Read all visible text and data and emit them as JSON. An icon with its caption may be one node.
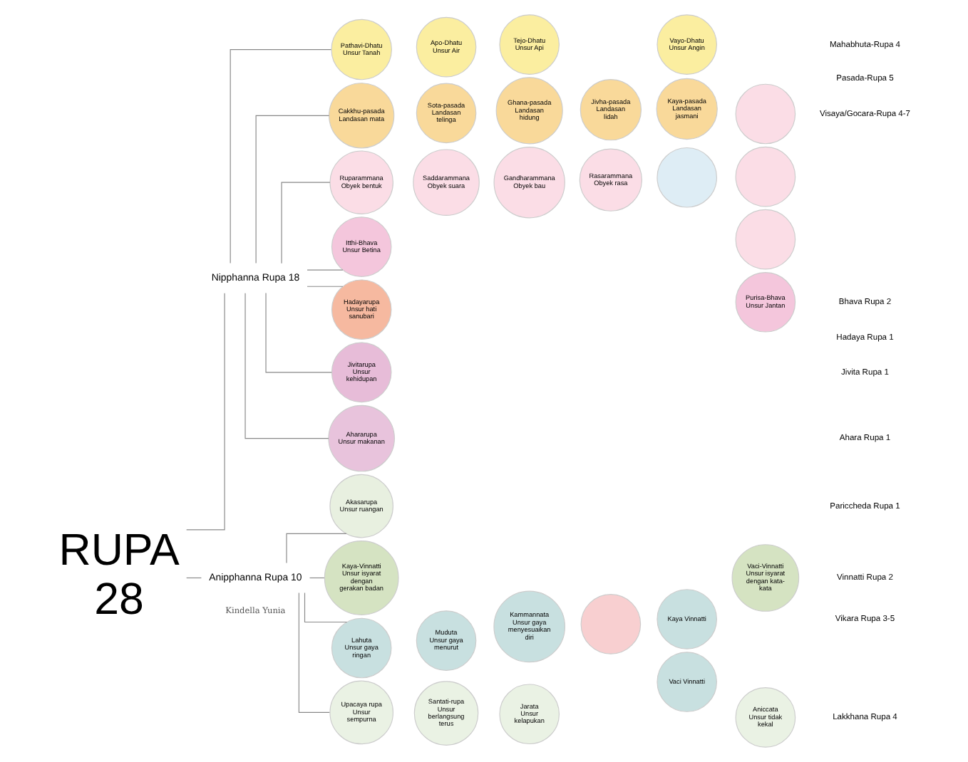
{
  "diagram": {
    "nodes": [
      {
        "text": [
          "RUPA",
          "28"
        ]
      },
      {
        "text": [
          "Nipphanna Rupa 18"
        ]
      },
      {
        "text": [
          "Pathavi-Dhatu",
          "Unsur Tanah"
        ]
      },
      {
        "text": [
          "Apo-Dhatu",
          "Unsur Air"
        ]
      },
      {
        "text": [
          "Tejo-Dhatu",
          "Unsur Api"
        ]
      },
      {
        "text": [
          "Vayo-Dhatu",
          "Unsur Angin"
        ]
      },
      {
        "text": [
          "Cakkhu-pasada",
          "Landasan mata"
        ]
      },
      {
        "text": [
          "Sota-pasada",
          "Landasan telinga"
        ]
      },
      {
        "text": [
          "Ghana-pasada",
          "Landasan hidung"
        ]
      },
      {
        "text": [
          "Jivha-pasada",
          "Landasan lidah"
        ]
      },
      {
        "text": [
          "Kaya-pasada",
          "Landasan jasmani"
        ]
      },
      {
        "text": [
          "Ruparammana",
          "Obyek bentuk"
        ]
      },
      {
        "text": [
          "Saddarammana",
          "Obyek suara"
        ]
      },
      {
        "text": [
          "Gandharammana",
          "Obyek bau"
        ]
      },
      {
        "text": [
          "Rasarammana",
          "Obyek rasa"
        ]
      },
      {
        "text": [],
        "shape": "circle"
      },
      {
        "text": [],
        "shape": "circle"
      },
      {
        "text": [],
        "shape": "circle"
      },
      {
        "text": [],
        "shape": "circle"
      },
      {
        "text": [
          "Itthi-Bhava",
          "Unsur Betina"
        ]
      },
      {
        "text": [
          "Purisa-Bhava",
          "Unsur Jantan"
        ]
      },
      {
        "text": [
          "Hadayarupa",
          "Unsur hati sanubari"
        ]
      },
      {
        "text": [
          "Jivitarupa",
          "Unsur kehidupan"
        ]
      },
      {
        "text": [
          "Ahararupa",
          "Unsur makanan"
        ]
      },
      {
        "text": [
          "Anipphanna Rupa 10"
        ]
      },
      {
        "text": [
          "Akasarupa",
          "Unsur ruangan"
        ]
      },
      {
        "text": [
          "Kaya-Vinnatti",
          "Unsur isyarat dengan gerakan badan"
        ]
      },
      {
        "text": [
          "Vaci-Vinnatti",
          "Unsur isyarat dengan kata-kata"
        ]
      },
      {
        "text": [
          "Lahuta",
          "Unsur gaya ringan"
        ]
      },
      {
        "text": [
          "Muduta",
          "Unsur gaya menurut"
        ]
      },
      {
        "text": [
          "Kammannata",
          "Unsur gaya menyesuaikan diri"
        ]
      },
      {
        "text": [],
        "shape": "circle"
      },
      {
        "text": [
          "Kaya Vinnatti"
        ]
      },
      {
        "text": [
          "Vaci Vinnatti"
        ]
      },
      {
        "text": [
          "Upacaya rupa",
          "Unsur sempurna"
        ]
      },
      {
        "text": [
          "Santati-rupa",
          "Unsur berlangsung terus"
        ]
      },
      {
        "text": [
          "Jarata",
          "Unsur kelapukan"
        ]
      },
      {
        "text": [
          "Aniccata",
          "Unsur tidak kekal"
        ]
      }
    ],
    "edges": [
      {
        "from": 0,
        "to": 1,
        "arrow": "none"
      },
      {
        "from": 0,
        "to": 24,
        "arrow": "none"
      },
      {
        "from": 1,
        "to": 2,
        "arrow": "none"
      },
      {
        "from": 1,
        "to": 6,
        "arrow": "none"
      },
      {
        "from": 1,
        "to": 11,
        "arrow": "none"
      },
      {
        "from": 1,
        "to": 19,
        "arrow": "none"
      },
      {
        "from": 1,
        "to": 21,
        "arrow": "none"
      },
      {
        "from": 1,
        "to": 22,
        "arrow": "none"
      },
      {
        "from": 1,
        "to": 23,
        "arrow": "none"
      },
      {
        "from": 24,
        "to": 25,
        "arrow": "none"
      },
      {
        "from": 24,
        "to": 26,
        "arrow": "none"
      },
      {
        "from": 24,
        "to": 28,
        "arrow": "none"
      },
      {
        "from": 24,
        "to": 34,
        "arrow": "none"
      }
    ],
    "labels": [
      "Mahabhuta-Rupa 4",
      "Pasada-Rupa 5",
      "Visaya/Gocara-Rupa 4-7",
      "Bhava Rupa 2",
      "Hadaya Rupa 1",
      "Jivita Rupa 1",
      "Ahara Rupa 1",
      "Pariccheda Rupa 1",
      "Vinnatti Rupa 2",
      "Vikara Rupa 3-5",
      "Lakkhana Rupa 4",
      "Kindella Yunia"
    ]
  }
}
